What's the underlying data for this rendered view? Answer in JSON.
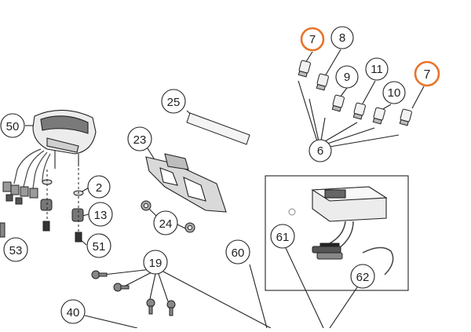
{
  "colors": {
    "stroke": "#222222",
    "highlight": "#e8742a",
    "part_fill": "#f2f2f2",
    "part_dark": "#6e6e6e"
  },
  "callouts": [
    {
      "key": "c7a",
      "label": "7",
      "highlighted": true
    },
    {
      "key": "c8",
      "label": "8",
      "highlighted": false
    },
    {
      "key": "c9",
      "label": "9",
      "highlighted": false
    },
    {
      "key": "c11",
      "label": "11",
      "highlighted": false
    },
    {
      "key": "c10",
      "label": "10",
      "highlighted": false
    },
    {
      "key": "c7b",
      "label": "7",
      "highlighted": true
    },
    {
      "key": "c6",
      "label": "6",
      "highlighted": false
    },
    {
      "key": "c25",
      "label": "25",
      "highlighted": false
    },
    {
      "key": "c50",
      "label": "50",
      "highlighted": false
    },
    {
      "key": "c23",
      "label": "23",
      "highlighted": false
    },
    {
      "key": "c2",
      "label": "2",
      "highlighted": false
    },
    {
      "key": "c13",
      "label": "13",
      "highlighted": false
    },
    {
      "key": "c24",
      "label": "24",
      "highlighted": false
    },
    {
      "key": "c51",
      "label": "51",
      "highlighted": false
    },
    {
      "key": "c53",
      "label": "53",
      "highlighted": false
    },
    {
      "key": "c60",
      "label": "60",
      "highlighted": false
    },
    {
      "key": "c61",
      "label": "61",
      "highlighted": false
    },
    {
      "key": "c62",
      "label": "62",
      "highlighted": false
    },
    {
      "key": "c19",
      "label": "19",
      "highlighted": false
    },
    {
      "key": "c40",
      "label": "40",
      "highlighted": false
    }
  ]
}
